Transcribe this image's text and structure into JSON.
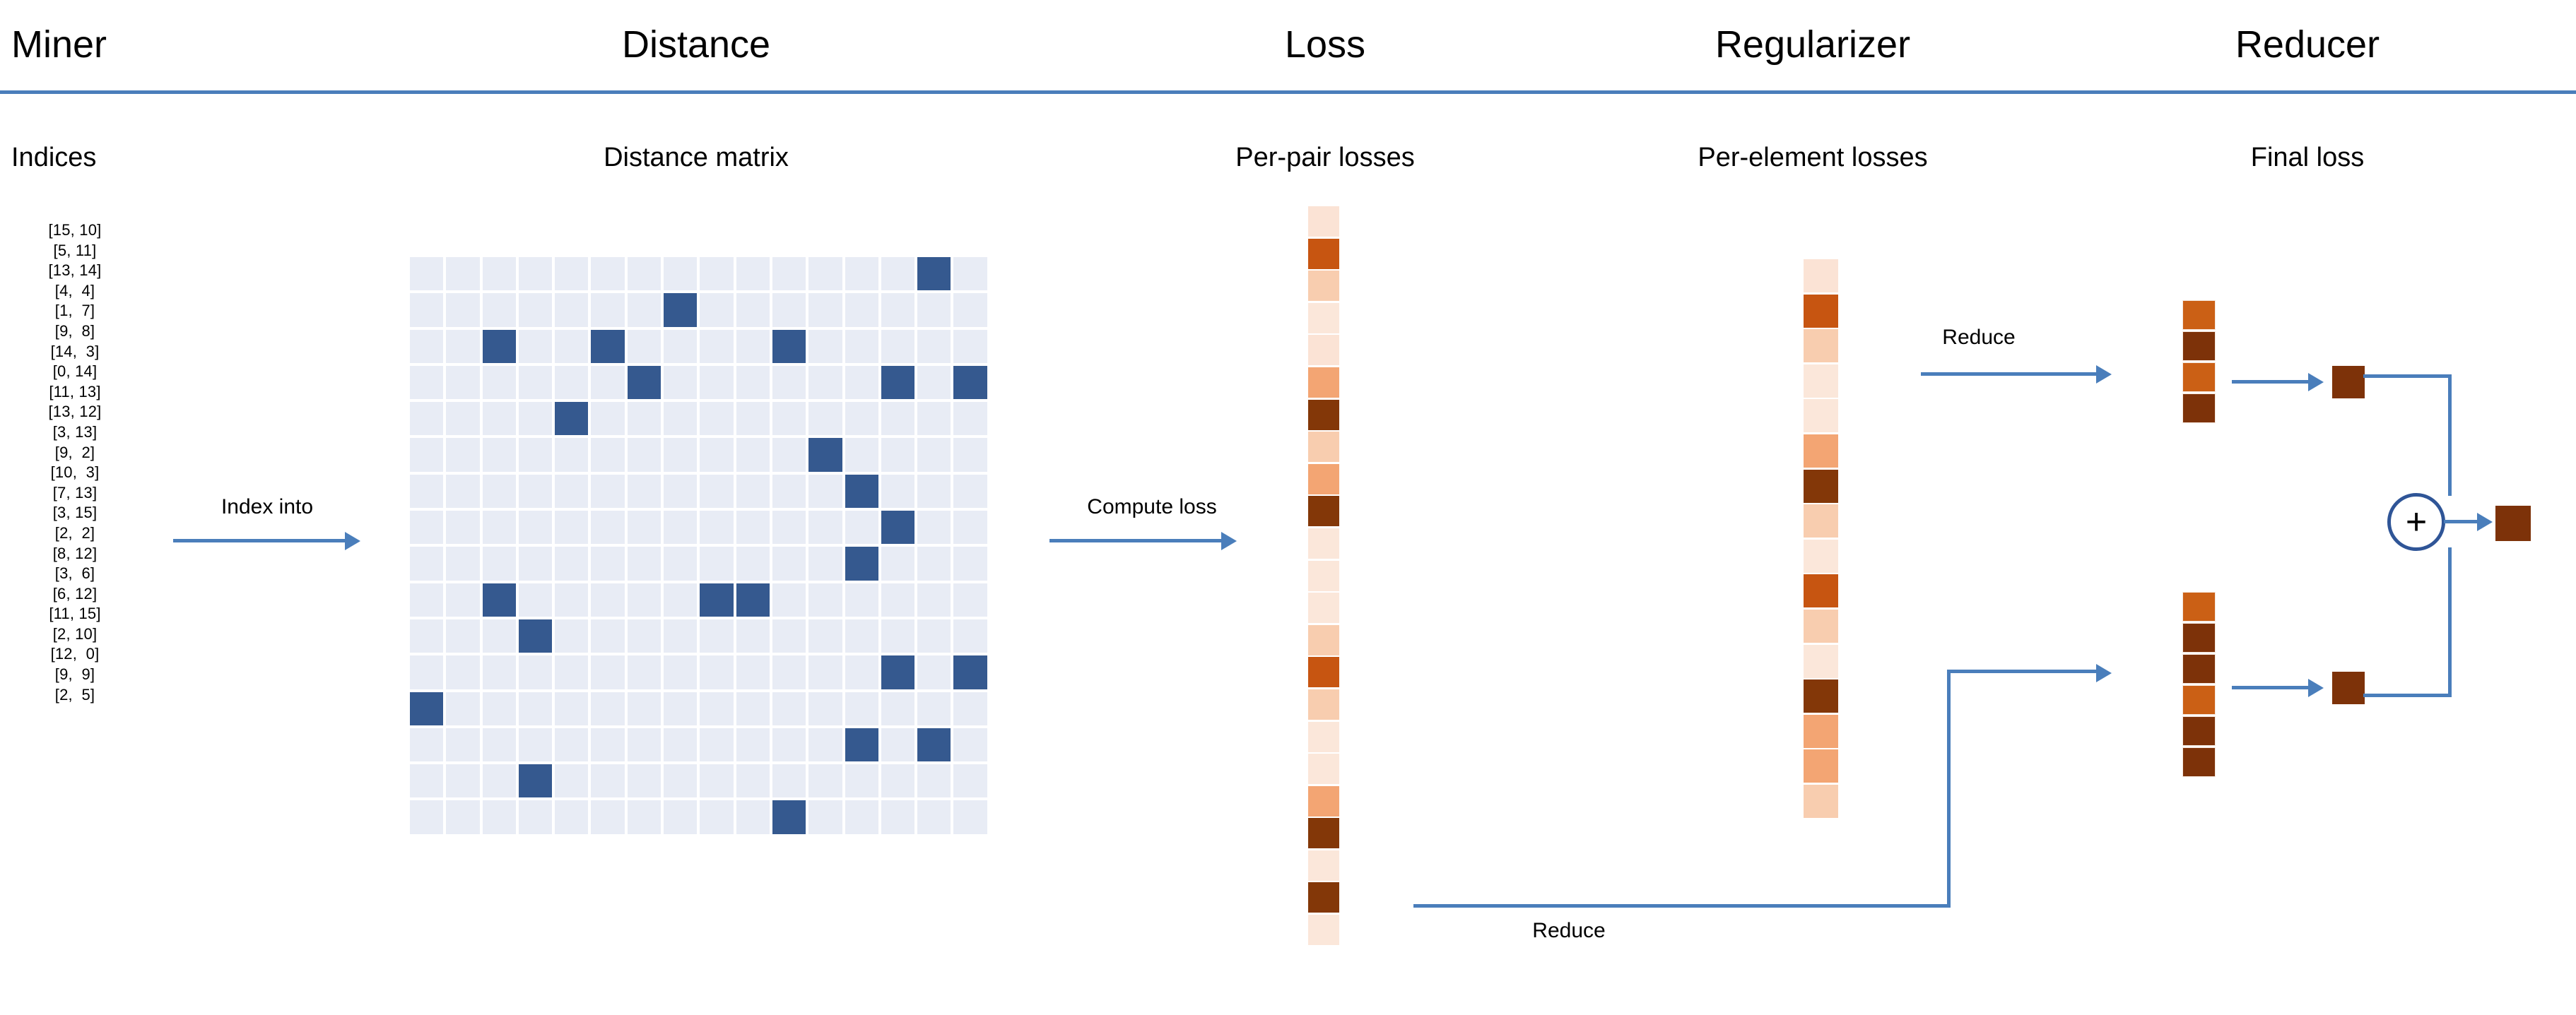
{
  "header": {
    "rule_color": "#4a7ebb",
    "sections": [
      {
        "title": "Miner",
        "subtitle": "Indices"
      },
      {
        "title": "Distance",
        "subtitle": "Distance matrix"
      },
      {
        "title": "Loss",
        "subtitle": "Per-pair losses"
      },
      {
        "title": "Regularizer",
        "subtitle": "Per-element losses"
      },
      {
        "title": "Reducer",
        "subtitle": "Final loss"
      }
    ]
  },
  "miner": {
    "indices": [
      "[15, 10]",
      "[5, 11]",
      "[13, 14]",
      "[4,  4]",
      "[1,  7]",
      "[9,  8]",
      "[14,  3]",
      "[0, 14]",
      "[11, 13]",
      "[13, 12]",
      "[3, 13]",
      "[9,  2]",
      "[10,  3]",
      "[7, 13]",
      "[3, 15]",
      "[2,  2]",
      "[8, 12]",
      "[3,  6]",
      "[6, 12]",
      "[11, 15]",
      "[2, 10]",
      "[12,  0]",
      "[9,  9]",
      "[2,  5]"
    ]
  },
  "distance": {
    "matrix_size": 16,
    "cell_empty_color": "#e8ecf5",
    "cell_filled_color": "#35598f",
    "filled_cells": [
      [
        0,
        14
      ],
      [
        1,
        7
      ],
      [
        2,
        2
      ],
      [
        2,
        5
      ],
      [
        2,
        10
      ],
      [
        3,
        6
      ],
      [
        3,
        13
      ],
      [
        3,
        15
      ],
      [
        4,
        4
      ],
      [
        5,
        11
      ],
      [
        6,
        12
      ],
      [
        7,
        13
      ],
      [
        8,
        12
      ],
      [
        9,
        2
      ],
      [
        9,
        8
      ],
      [
        9,
        9
      ],
      [
        10,
        3
      ],
      [
        11,
        13
      ],
      [
        11,
        15
      ],
      [
        12,
        0
      ],
      [
        13,
        12
      ],
      [
        13,
        14
      ],
      [
        14,
        3
      ],
      [
        15,
        10
      ]
    ]
  },
  "loss": {
    "per_pair_colors": [
      "#fbe3d5",
      "#c75511",
      "#f8cdaf",
      "#fbe7da",
      "#fbe3d5",
      "#f3a573",
      "#833708",
      "#f8cdaf",
      "#f3a573",
      "#833708",
      "#fbe7da",
      "#fbe7da",
      "#fbe7da",
      "#f8cdaf",
      "#c75511",
      "#f8cdaf",
      "#fbe7da",
      "#fbe7da",
      "#f3a573",
      "#833708",
      "#fbe7da",
      "#833708",
      "#fbe7da"
    ]
  },
  "regularizer": {
    "per_element_colors": [
      "#fbe3d5",
      "#c75511",
      "#f8cdaf",
      "#fbe7da",
      "#fbe7da",
      "#f3a573",
      "#833708",
      "#f8cdaf",
      "#fbe7da",
      "#c75511",
      "#f8cdaf",
      "#fbe7da",
      "#833708",
      "#f3a573",
      "#f3a573",
      "#f8cdaf"
    ]
  },
  "reducer": {
    "reduced_top_colors": [
      "#cb6015",
      "#7d3209",
      "#cb6015",
      "#7d3209"
    ],
    "reduced_bottom_colors": [
      "#cb6015",
      "#7d3209",
      "#7d3209",
      "#cb6015",
      "#7d3209",
      "#7d3209"
    ],
    "sum_top_color": "#7d3209",
    "sum_bottom_color": "#7d3209",
    "final_color": "#7d3209",
    "plus_symbol": "+",
    "circle_color": "#2f5597"
  },
  "arrows": {
    "index_into": "Index into",
    "compute_loss": "Compute loss",
    "reduce_top": "Reduce",
    "reduce_bottom": "Reduce",
    "color": "#4a7ebb"
  }
}
